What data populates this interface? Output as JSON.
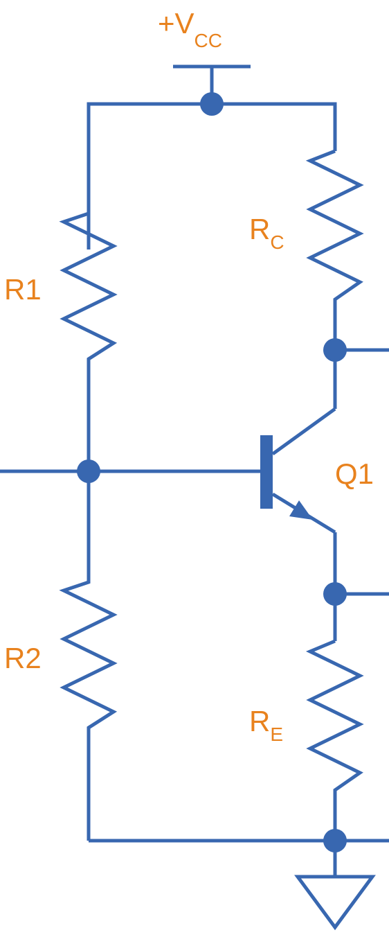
{
  "colors": {
    "wire": "#3867b0",
    "label": "#e8821e",
    "background": "#ffffff"
  },
  "supply": {
    "main": "+V",
    "sub": "CC"
  },
  "components": {
    "r1": "R1",
    "r2": "R2",
    "rc_main": "R",
    "rc_sub": "C",
    "re_main": "R",
    "re_sub": "E",
    "q1": "Q1"
  },
  "symbols": {
    "ground": "ground-icon",
    "junction": "junction-dot"
  }
}
